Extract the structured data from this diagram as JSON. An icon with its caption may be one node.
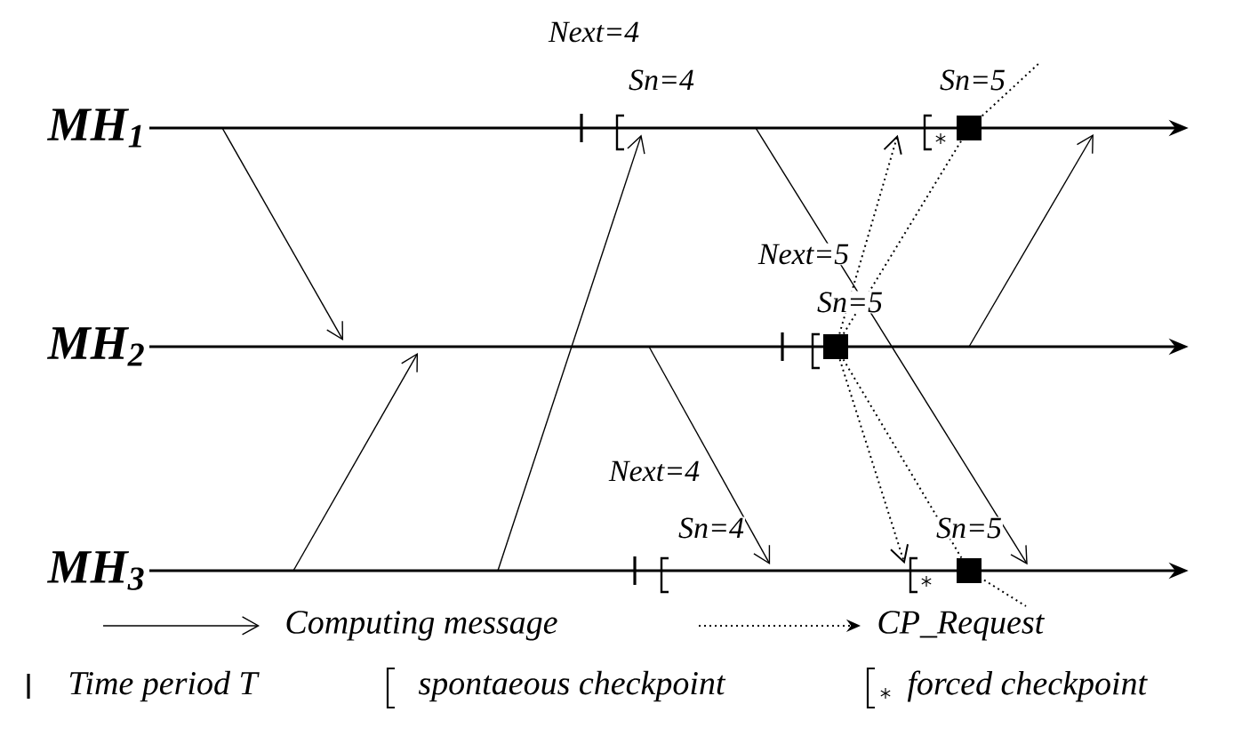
{
  "diagram": {
    "nodes": [
      {
        "text": [
          "MH$_{1}$"
        ]
      },
      {
        "text": [
          "MH$_{2}$"
        ]
      },
      {
        "text": [
          "MH$_{3}$"
        ]
      },
      {
        "text": [],
        "shape": "box",
        "in": 0
      },
      {
        "text": [],
        "shape": "box",
        "in": 1
      },
      {
        "text": [],
        "shape": "box",
        "in": 2
      }
    ],
    "edges": [
      {
        "from": 0,
        "to": 1,
        "arrow": "to"
      },
      {
        "from": 2,
        "to": 1,
        "arrow": "to"
      },
      {
        "from": 2,
        "to": 0,
        "arrow": "to"
      },
      {
        "from": 1,
        "to": 2,
        "arrow": "to"
      },
      {
        "from": 0,
        "to": 2,
        "arrow": "to"
      },
      {
        "from": 1,
        "to": 0,
        "arrow": "to"
      },
      {
        "from": 4,
        "to": 0,
        "arrow": "to",
        "style": "dashed"
      },
      {
        "from": 4,
        "to": 2,
        "arrow": "to",
        "style": "dashed"
      },
      {
        "from": 4,
        "to": 3,
        "arrow": "none",
        "style": "dashed"
      },
      {
        "from": 4,
        "to": 5,
        "arrow": "none",
        "style": "dashed"
      }
    ],
    "labels": [
      "Next=4",
      "Sn=4",
      "Sn=5",
      "Next=5",
      "Sn=5",
      "Next=4",
      "Sn=4",
      "Sn=5"
    ],
    "legend": [
      {
        "text": "Computing message"
      },
      {
        "text": "CP_Request"
      },
      {
        "text": "Time period T"
      },
      {
        "text": "spontaeous checkpoint"
      },
      {
        "text": "forced checkpoint"
      }
    ]
  }
}
